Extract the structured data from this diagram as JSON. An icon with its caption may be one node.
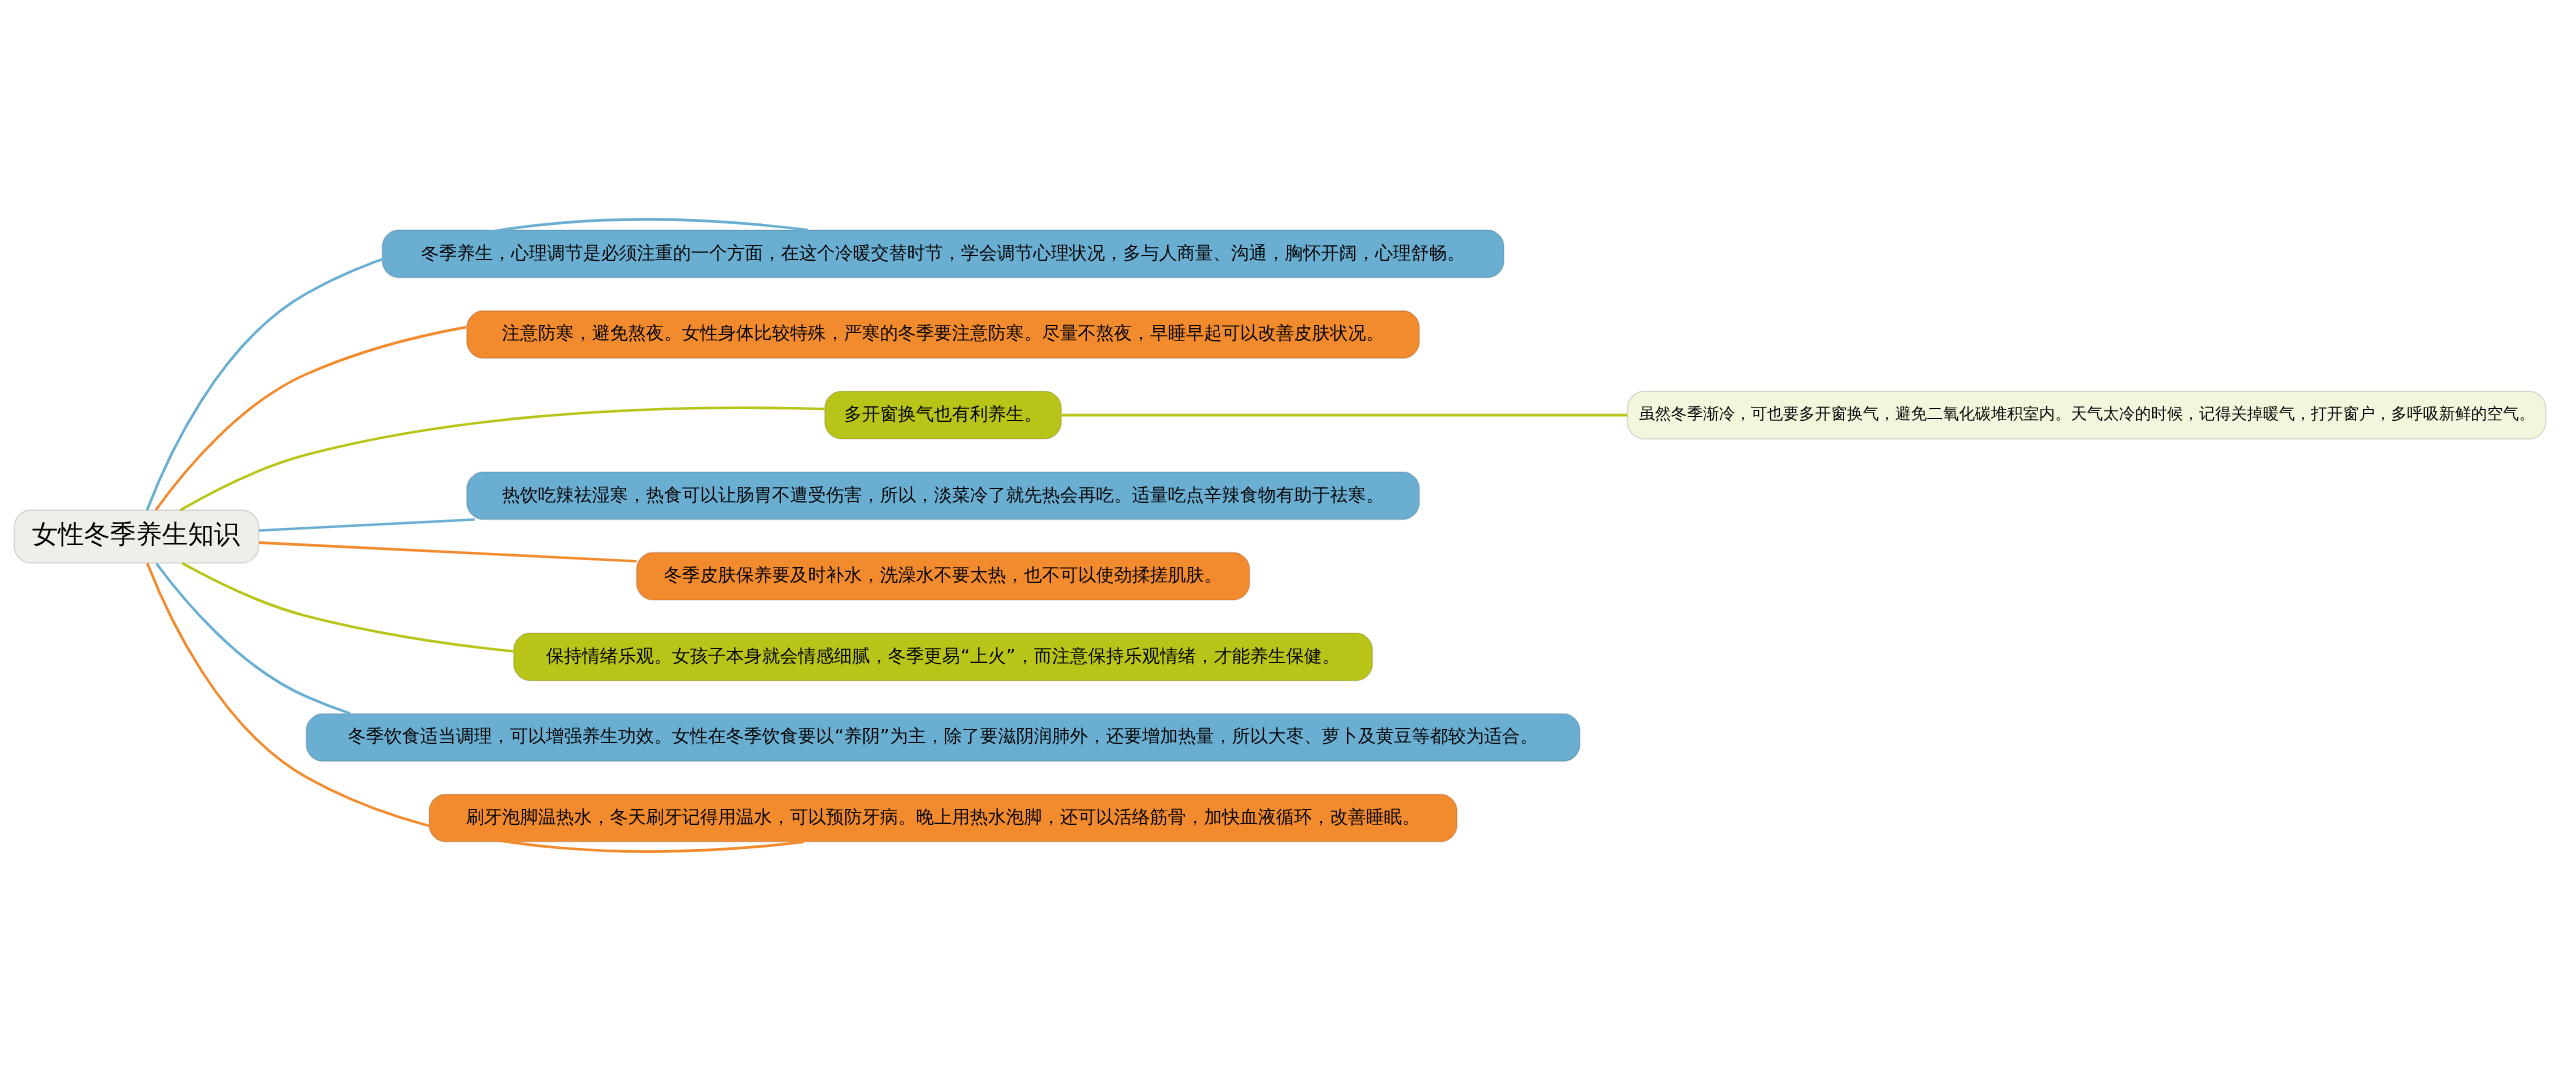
{
  "diagram": {
    "nodes": [
      {
        "text": [
          "女性冬季养生知识"
        ]
      },
      {
        "text": [
          "冬季养生，心理调节是必须注重的一个方面，在这个冷暖交替时节，学会调节心理状况，多与人商量、沟通，胸怀开阔，心理舒畅。"
        ]
      },
      {
        "text": [
          "注意防寒，避免熬夜。女性身体比较特殊，严寒的冬季要注意防寒。尽量不熬夜，早睡早起可以改善皮肤状况。"
        ]
      },
      {
        "text": [
          "多开窗换气也有利养生。"
        ]
      },
      {
        "text": [
          "虽然冬季渐冷，可也要多开窗换气，避免二氧化碳堆积室内。天气太冷的时候，记得关掉暖气，打开窗户，多呼吸新鲜的空气。"
        ]
      },
      {
        "text": [
          "热饮吃辣祛湿寒，热食可以让肠胃不遭受伤害，所以，淡菜冷了就先热会再吃。适量吃点辛辣食物有助于祛寒。"
        ]
      },
      {
        "text": [
          "冬季皮肤保养要及时补水，洗澡水不要太热，也不可以使劲揉搓肌肤。"
        ]
      },
      {
        "text": [
          "保持情绪乐观。女孩子本身就会情感细腻，冬季更易“上火”，而注意保持乐观情绪，才能养生保健。"
        ]
      },
      {
        "text": [
          "冬季饮食适当调理，可以增强养生功效。女性在冬季饮食要以“养阴”为主，除了要滋阴润肺外，还要增加热量，所以大枣、萝卜及黄豆等都较为适合。"
        ]
      },
      {
        "text": [
          "刷牙泡脚温热水，冬天刷牙记得用温水，可以预防牙病。晚上用热水泡脚，还可以活络筋骨，加快血液循环，改善睡眠。"
        ]
      }
    ],
    "edges": [
      {
        "from": 0,
        "to": 1,
        "arrow": "none",
        "color": "#6aafd2"
      },
      {
        "from": 0,
        "to": 2,
        "arrow": "none",
        "color": "#f28a2e"
      },
      {
        "from": 0,
        "to": 3,
        "arrow": "none",
        "color": "#b9c418"
      },
      {
        "from": 3,
        "to": 4,
        "arrow": "none",
        "color": "#b9c418"
      },
      {
        "from": 0,
        "to": 5,
        "arrow": "none",
        "color": "#6aafd2"
      },
      {
        "from": 0,
        "to": 6,
        "arrow": "none",
        "color": "#f28a2e"
      },
      {
        "from": 0,
        "to": 7,
        "arrow": "none",
        "color": "#b9c418"
      },
      {
        "from": 0,
        "to": 8,
        "arrow": "none",
        "color": "#6aafd2"
      },
      {
        "from": 0,
        "to": 9,
        "arrow": "none",
        "color": "#f28a2e"
      }
    ]
  }
}
